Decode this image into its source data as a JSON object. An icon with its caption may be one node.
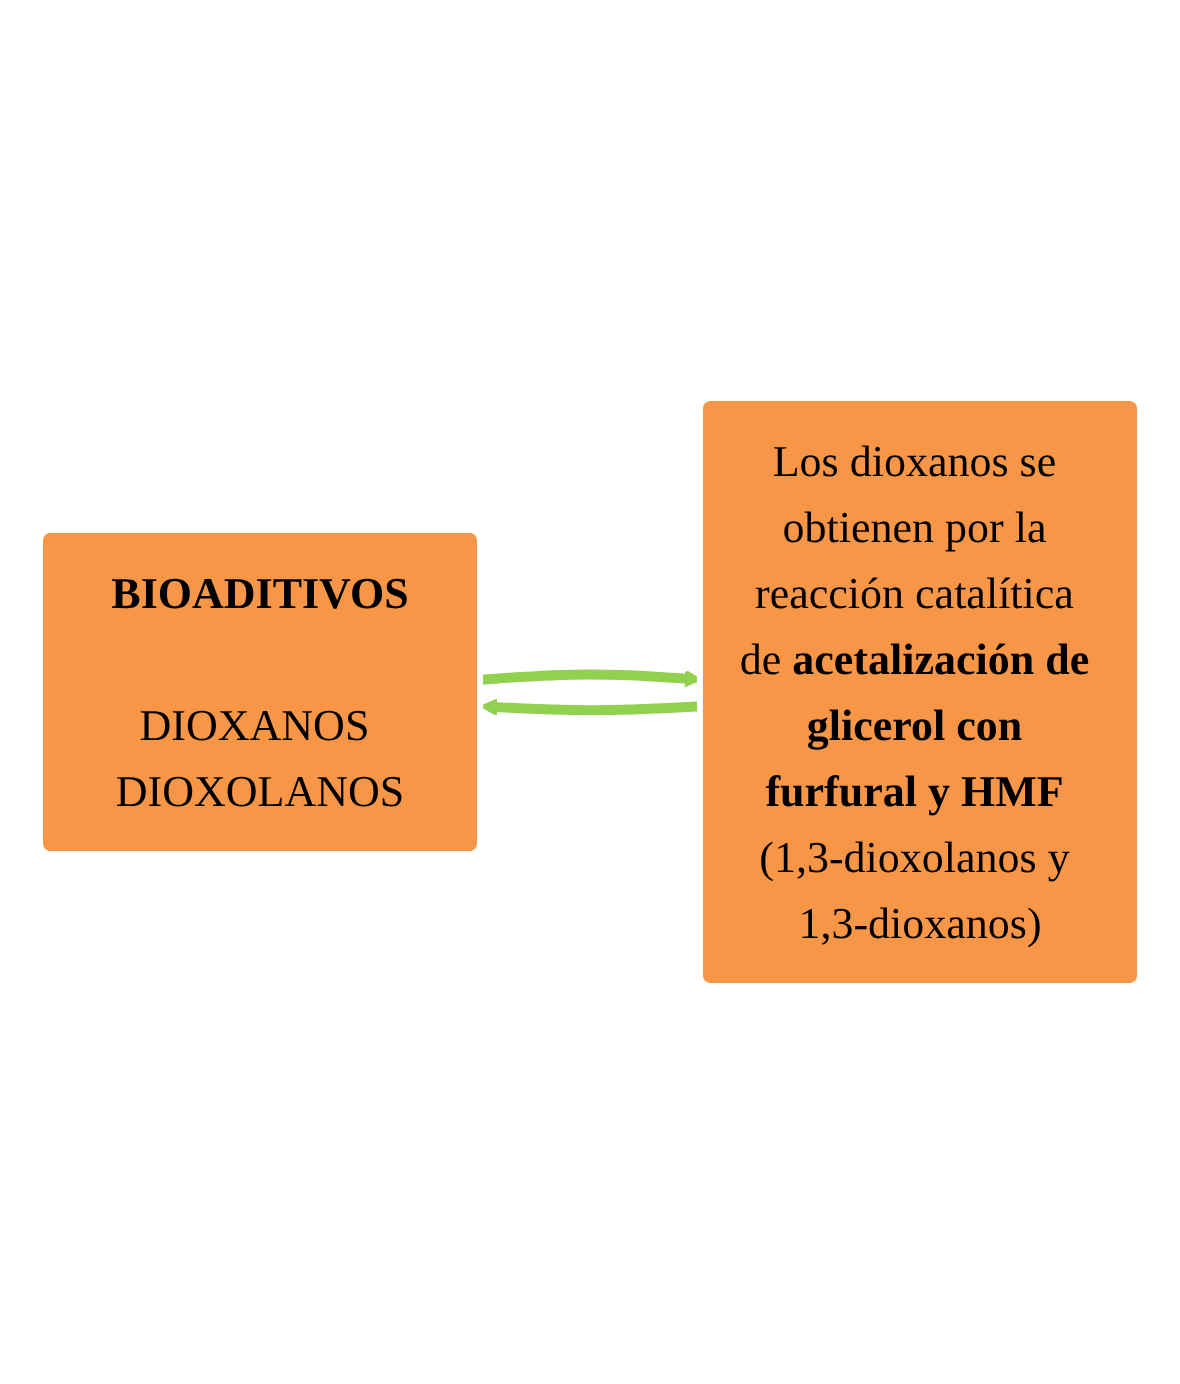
{
  "diagram": {
    "nodes": [
      {
        "text": [
          "BIOADITIVOS",
          "DIOXANOS DIOXOLANOS"
        ]
      },
      {
        "text": [
          "Los dioxanos se obtienen por la reacción catalítica de **acetalización de glicerol con furfural y HMF** (1,3-dioxolanos y 1,3-dioxanos)"
        ]
      }
    ],
    "edges": [
      {
        "from": 0,
        "to": 1,
        "arrow": "to"
      },
      {
        "from": 1,
        "to": 0,
        "arrow": "to"
      }
    ]
  }
}
